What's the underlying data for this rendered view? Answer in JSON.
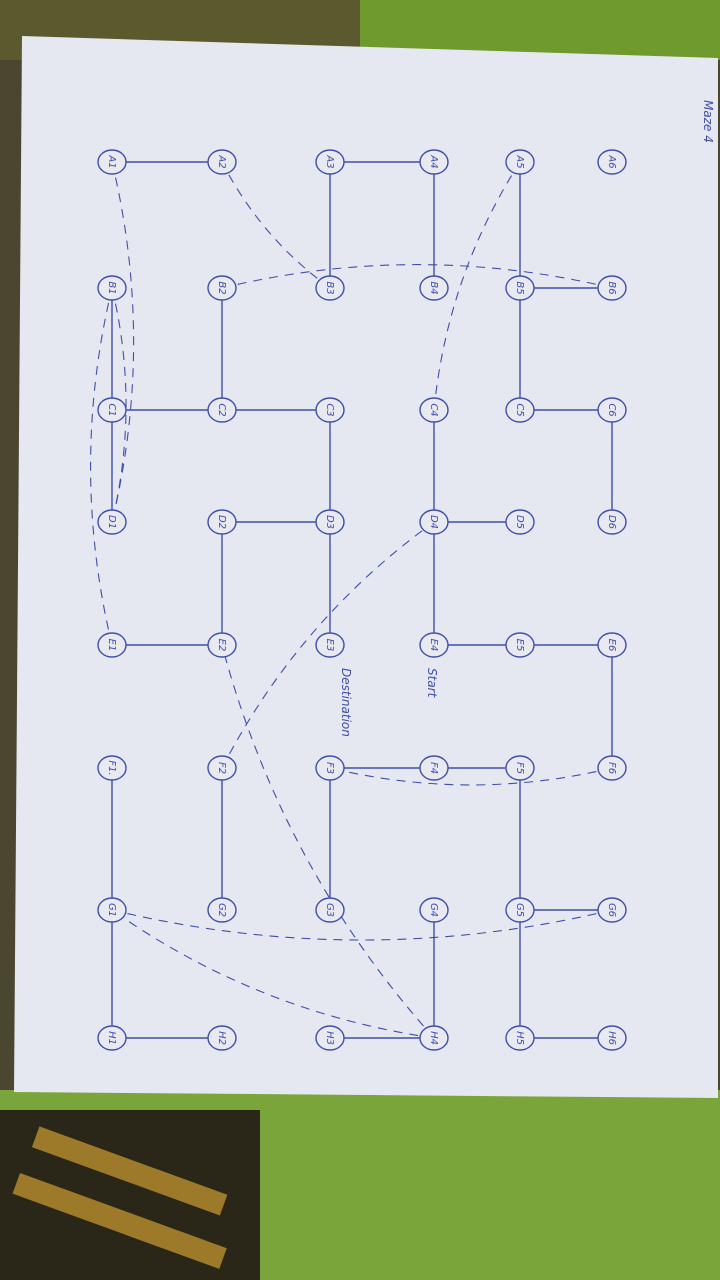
{
  "title": "Maze 4",
  "start_label": "Start",
  "destination_label": "Destination",
  "ink_color": "#3f4fa8",
  "paper_color": "#e8e9f1",
  "nodes": [
    {
      "id": "A1",
      "label": "A1"
    },
    {
      "id": "A2",
      "label": "A2"
    },
    {
      "id": "A3",
      "label": "A3"
    },
    {
      "id": "A4",
      "label": "A4"
    },
    {
      "id": "A5",
      "label": "A5"
    },
    {
      "id": "A6",
      "label": "A6"
    },
    {
      "id": "B1",
      "label": "B1"
    },
    {
      "id": "B2",
      "label": "B2"
    },
    {
      "id": "B3",
      "label": "B3"
    },
    {
      "id": "B4",
      "label": "B4"
    },
    {
      "id": "B5",
      "label": "B5"
    },
    {
      "id": "B6",
      "label": "B6"
    },
    {
      "id": "C1",
      "label": "C1"
    },
    {
      "id": "C2",
      "label": "C2"
    },
    {
      "id": "C3",
      "label": "C3"
    },
    {
      "id": "C4",
      "label": "C4"
    },
    {
      "id": "C5",
      "label": "C5"
    },
    {
      "id": "C6",
      "label": "C6"
    },
    {
      "id": "D1",
      "label": "D1"
    },
    {
      "id": "D2",
      "label": "D2"
    },
    {
      "id": "D3",
      "label": "D3"
    },
    {
      "id": "D4",
      "label": "D4"
    },
    {
      "id": "D5",
      "label": "D5"
    },
    {
      "id": "D6",
      "label": "D6"
    },
    {
      "id": "E1",
      "label": "E1"
    },
    {
      "id": "E2",
      "label": "E2"
    },
    {
      "id": "E3",
      "label": "E3"
    },
    {
      "id": "E4",
      "label": "E4"
    },
    {
      "id": "E5",
      "label": "E5"
    },
    {
      "id": "E6",
      "label": "E6"
    },
    {
      "id": "F1",
      "label": "F1."
    },
    {
      "id": "F2",
      "label": "F2"
    },
    {
      "id": "F3",
      "label": "F3"
    },
    {
      "id": "F4",
      "label": "F4"
    },
    {
      "id": "F5",
      "label": "F5"
    },
    {
      "id": "F6",
      "label": "F6"
    },
    {
      "id": "G1",
      "label": "G1"
    },
    {
      "id": "G2",
      "label": "G2"
    },
    {
      "id": "G3",
      "label": "G3"
    },
    {
      "id": "G4",
      "label": "G4"
    },
    {
      "id": "G5",
      "label": "G5"
    },
    {
      "id": "G6",
      "label": "G6"
    },
    {
      "id": "H1",
      "label": "H1"
    },
    {
      "id": "H2",
      "label": "H2"
    },
    {
      "id": "H3",
      "label": "H3"
    },
    {
      "id": "H4",
      "label": "H4"
    },
    {
      "id": "H5",
      "label": "H5"
    },
    {
      "id": "H6",
      "label": "H6"
    }
  ],
  "edges": [
    [
      "A1",
      "A2"
    ],
    [
      "A3",
      "A4"
    ],
    [
      "A3",
      "B3"
    ],
    [
      "A4",
      "B4"
    ],
    [
      "A5",
      "B5"
    ],
    [
      "B5",
      "B6"
    ],
    [
      "B1",
      "C1"
    ],
    [
      "C1",
      "D1"
    ],
    [
      "C1",
      "C2"
    ],
    [
      "B2",
      "C2"
    ],
    [
      "C2",
      "C3"
    ],
    [
      "C3",
      "D3"
    ],
    [
      "D2",
      "D3"
    ],
    [
      "D3",
      "E3"
    ],
    [
      "D2",
      "E2"
    ],
    [
      "E1",
      "E2"
    ],
    [
      "B5",
      "C5"
    ],
    [
      "C6",
      "D6"
    ],
    [
      "C4",
      "D4"
    ],
    [
      "D4",
      "D5"
    ],
    [
      "D4",
      "E4"
    ],
    [
      "E4",
      "E5"
    ],
    [
      "E5",
      "E6"
    ],
    [
      "E6",
      "F6"
    ],
    [
      "F3",
      "G3"
    ],
    [
      "F3",
      "F4"
    ],
    [
      "F4",
      "F5"
    ],
    [
      "F5",
      "G5"
    ],
    [
      "G5",
      "G6"
    ],
    [
      "G5",
      "H5"
    ],
    [
      "H5",
      "H6"
    ],
    [
      "F1",
      "G1"
    ],
    [
      "G1",
      "H1"
    ],
    [
      "H1",
      "H2"
    ],
    [
      "F2",
      "G2"
    ],
    [
      "G4",
      "H4"
    ],
    [
      "H3",
      "H4"
    ],
    [
      "C6",
      "C5"
    ]
  ],
  "dashed_paths": [
    [
      "H4",
      "E2"
    ],
    [
      "E1",
      "B1"
    ],
    [
      "B1",
      "D1"
    ],
    [
      "A1",
      "D1"
    ],
    [
      "B3",
      "A2"
    ],
    [
      "B2",
      "B6"
    ],
    [
      "C4",
      "A5"
    ],
    [
      "F2",
      "D4"
    ],
    [
      "G6",
      "G1"
    ],
    [
      "F6",
      "F3"
    ],
    [
      "H4",
      "G1"
    ]
  ]
}
